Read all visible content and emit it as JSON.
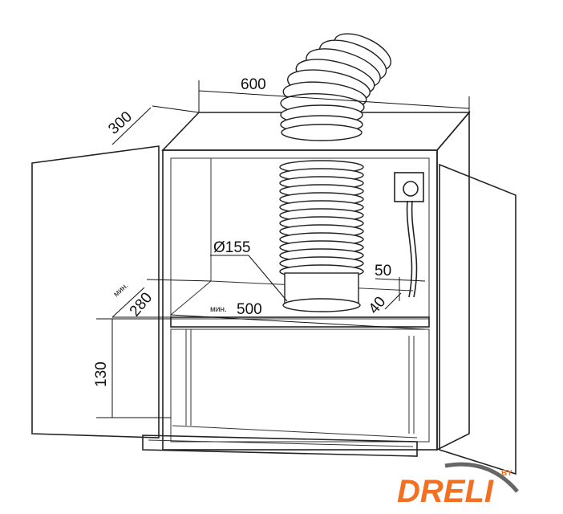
{
  "dimensions": {
    "width": "600",
    "depth": "300",
    "duct_diameter": "Ø155",
    "min_depth_prefix": "мин.",
    "min_depth": "280",
    "min_width_prefix": "мин.",
    "min_width": "500",
    "socket_offset_x": "50",
    "socket_offset_y": "40",
    "lower_height": "130"
  },
  "logo": {
    "text": "DRELI",
    "by": "BY",
    "color": "#f36f21",
    "swoosh_color": "#666666"
  }
}
